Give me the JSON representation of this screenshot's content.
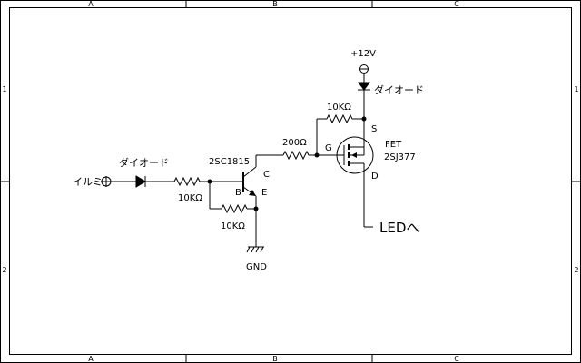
{
  "frame": {
    "columns": [
      "A",
      "B",
      "C"
    ],
    "rows": [
      "1",
      "2"
    ]
  },
  "labels": {
    "input": "イルミ",
    "diode_in": "ダイオード",
    "r_base": "10KΩ",
    "transistor": "2SC1815",
    "pin_c": "C",
    "pin_b": "B",
    "pin_e": "E",
    "r_be": "10KΩ",
    "gnd": "GND",
    "r_gate": "200Ω",
    "pin_g": "G",
    "r_gs": "10KΩ",
    "pin_s": "S",
    "pin_d": "D",
    "vcc": "+12V",
    "diode_top": "ダイオード",
    "fet_type": "FET",
    "fet_part": "2SJ377",
    "output": "LEDへ"
  }
}
